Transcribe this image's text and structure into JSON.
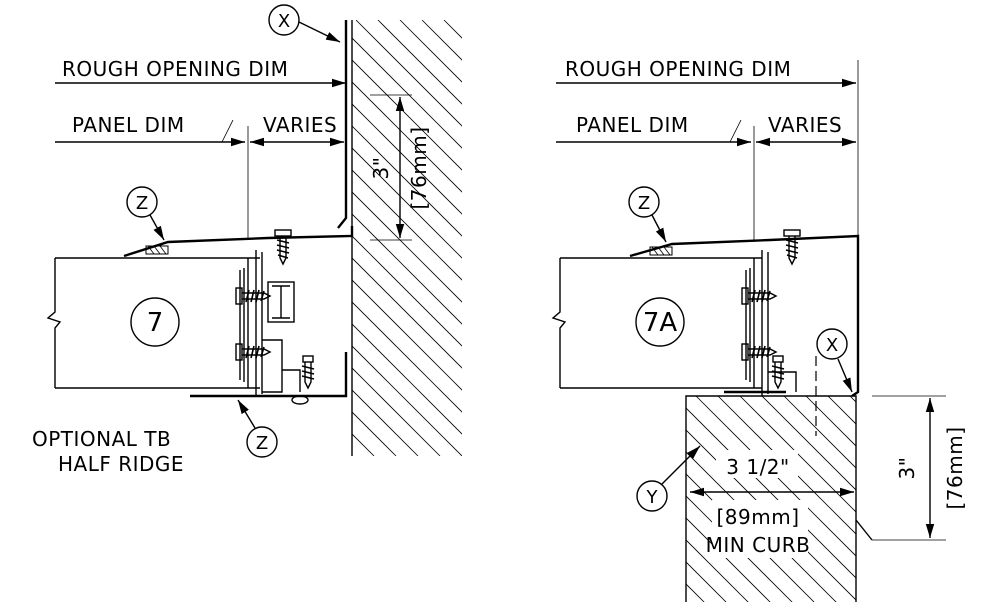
{
  "left_detail": {
    "tag_top": "X",
    "rough_opening": "ROUGH OPENING DIM",
    "panel_dim": "PANEL DIM",
    "varies": "VARIES",
    "tag_z_top": "Z",
    "panel_no": "7",
    "dim_imperial": "3\"",
    "dim_metric": "[76mm]",
    "note_line1": "OPTIONAL TB",
    "note_line2": "HALF RIDGE",
    "tag_z_bottom": "Z"
  },
  "right_detail": {
    "rough_opening": "ROUGH OPENING DIM",
    "panel_dim": "PANEL DIM",
    "varies": "VARIES",
    "tag_z_top": "Z",
    "panel_no": "7A",
    "tag_x": "X",
    "tag_y": "Y",
    "curb_imperial": "3 1/2\"",
    "curb_metric": "[89mm]",
    "curb_note": "MIN CURB",
    "dim_imperial": "3\"",
    "dim_metric": "[76mm]"
  }
}
